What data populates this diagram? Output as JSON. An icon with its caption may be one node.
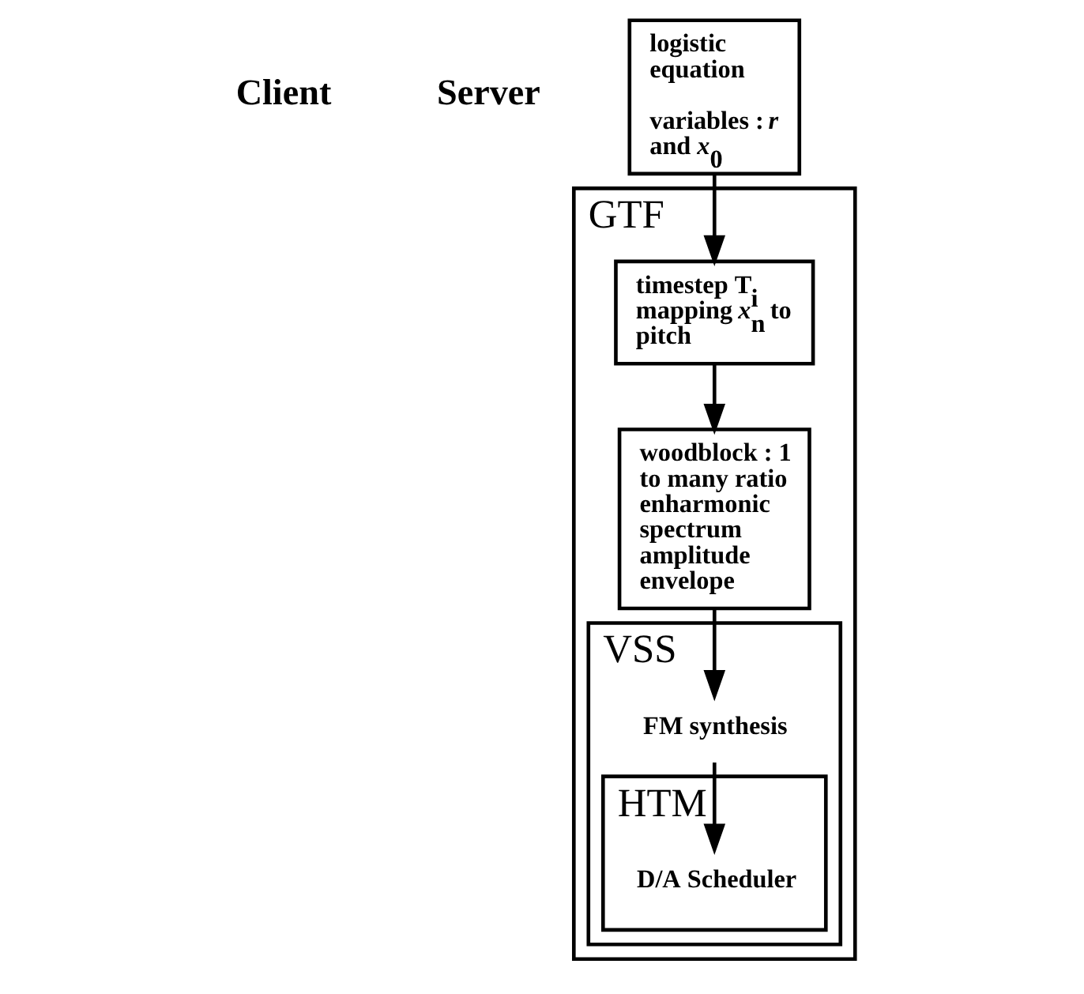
{
  "diagram": {
    "nodes": [
      {
        "text": [
          "logistic equation",
          "variables : *r* and *x*$_{0}$"
        ]
      },
      {
        "text": [
          "GTF"
        ]
      },
      {
        "text": [
          "timestep T$_{i}$ mapping *x*$_{n}$ to pitch"
        ],
        "in": 1
      },
      {
        "text": [
          "woodblock : 1 to many ratio enharmonic spectrum amplitude envelope"
        ],
        "in": 1
      },
      {
        "text": [
          "VSS"
        ],
        "in": 1
      },
      {
        "text": [
          "FM synthesis"
        ],
        "in": 4
      },
      {
        "text": [
          "HTM"
        ],
        "in": 4
      },
      {
        "text": [
          "D/A Scheduler"
        ],
        "in": 6
      }
    ],
    "edges": [
      {
        "from": 0,
        "to": 2,
        "arrow": "to"
      },
      {
        "from": 2,
        "to": 3,
        "arrow": "to"
      },
      {
        "from": 3,
        "to": 5,
        "arrow": "to"
      },
      {
        "from": 5,
        "to": 7,
        "arrow": "to"
      }
    ],
    "labels": [
      "Client",
      "Server"
    ]
  }
}
